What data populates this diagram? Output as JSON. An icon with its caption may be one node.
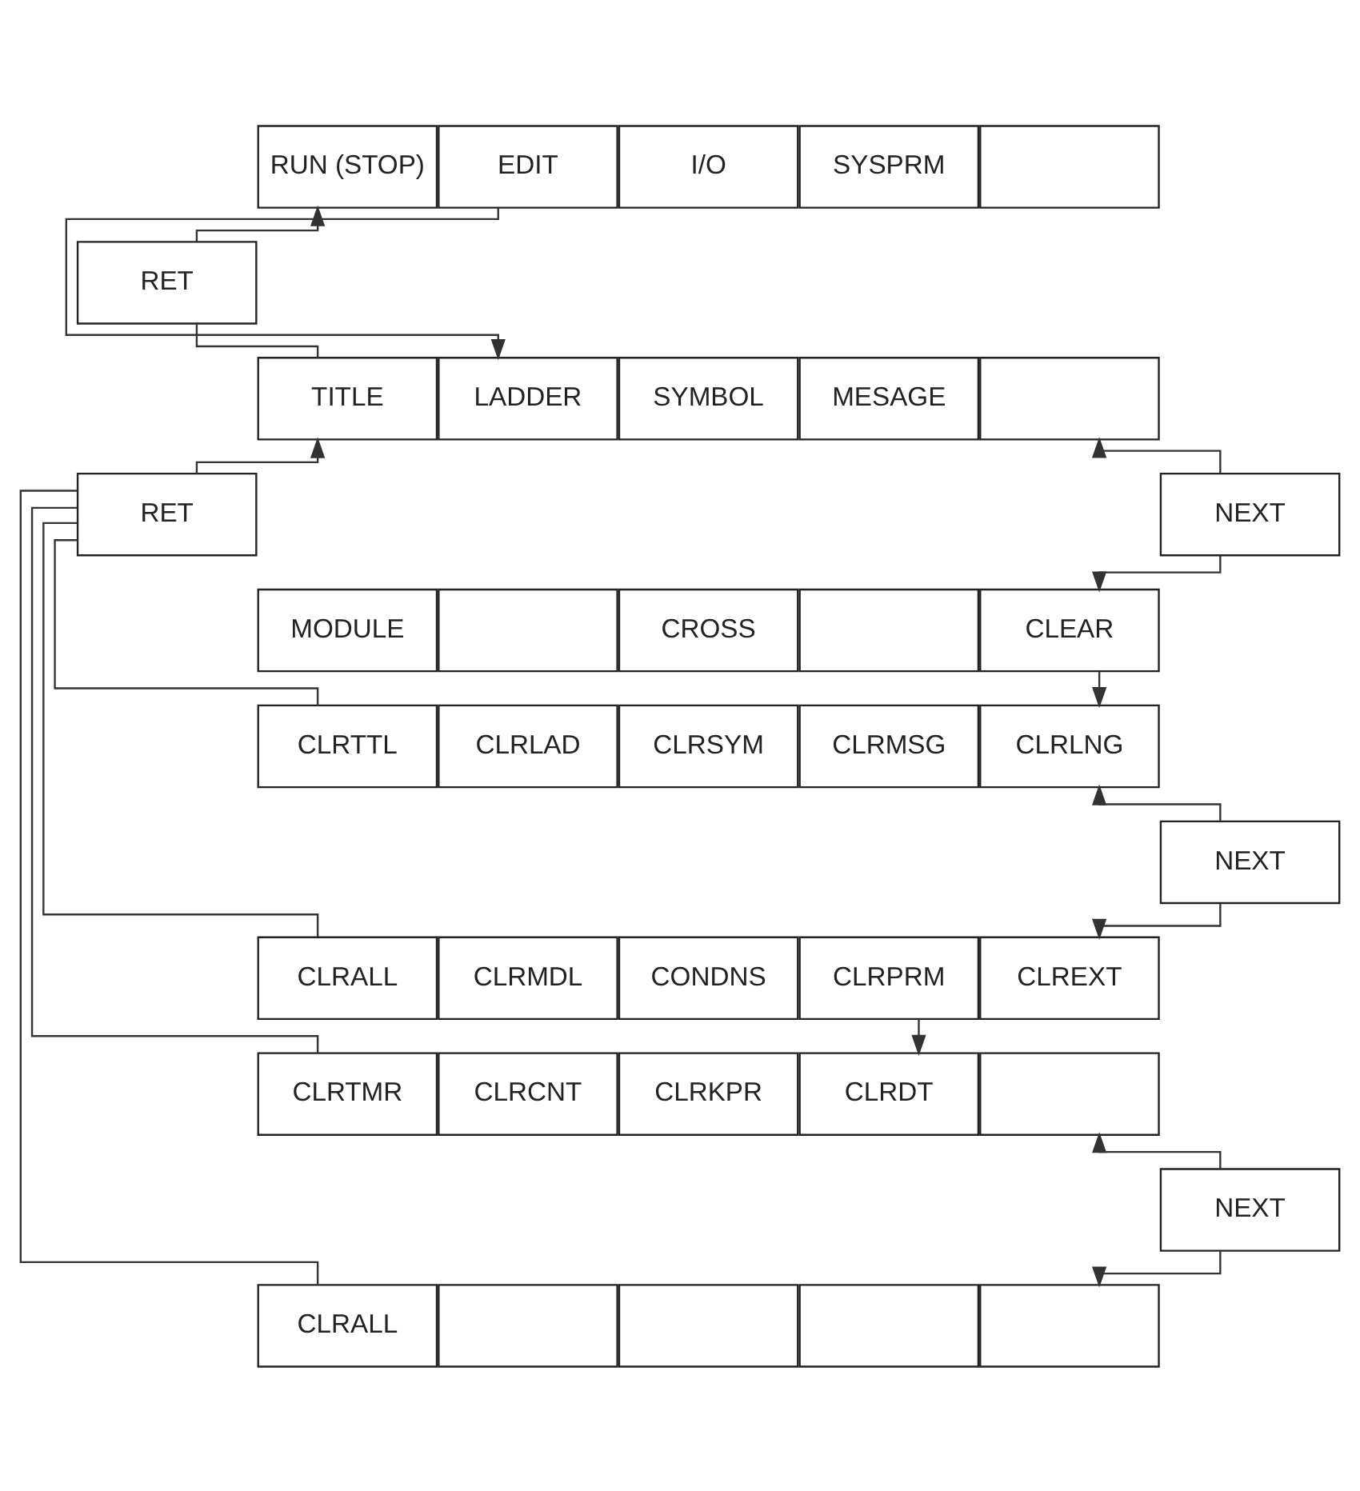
{
  "diagram": {
    "nodes": [
      {
        "text": [
          "RUN (STOP)"
        ]
      },
      {
        "text": [
          "EDIT"
        ]
      },
      {
        "text": [
          "I/O"
        ]
      },
      {
        "text": [
          "SYSPRM"
        ]
      },
      {
        "text": [],
        "shape": "box"
      },
      {
        "text": [
          "RET"
        ]
      },
      {
        "text": [
          "TITLE"
        ]
      },
      {
        "text": [
          "LADDER"
        ]
      },
      {
        "text": [
          "SYMBOL"
        ]
      },
      {
        "text": [
          "MESAGE"
        ]
      },
      {
        "text": [],
        "shape": "box"
      },
      {
        "text": [
          "RET"
        ]
      },
      {
        "text": [
          "NEXT"
        ]
      },
      {
        "text": [
          "MODULE"
        ]
      },
      {
        "text": [],
        "shape": "box"
      },
      {
        "text": [
          "CROSS"
        ]
      },
      {
        "text": [],
        "shape": "box"
      },
      {
        "text": [
          "CLEAR"
        ]
      },
      {
        "text": [
          "CLRTTL"
        ]
      },
      {
        "text": [
          "CLRLAD"
        ]
      },
      {
        "text": [
          "CLRSYM"
        ]
      },
      {
        "text": [
          "CLRMSG"
        ]
      },
      {
        "text": [
          "CLRLNG"
        ]
      },
      {
        "text": [
          "NEXT"
        ]
      },
      {
        "text": [
          "CLRALL"
        ]
      },
      {
        "text": [
          "CLRMDL"
        ]
      },
      {
        "text": [
          "CONDNS"
        ]
      },
      {
        "text": [
          "CLRPRM"
        ]
      },
      {
        "text": [
          "CLREXT"
        ]
      },
      {
        "text": [
          "CLRTMR"
        ]
      },
      {
        "text": [
          "CLRCNT"
        ]
      },
      {
        "text": [
          "CLRKPR"
        ]
      },
      {
        "text": [
          "CLRDT"
        ]
      },
      {
        "text": [],
        "shape": "box"
      },
      {
        "text": [
          "NEXT"
        ]
      },
      {
        "text": [
          "CLRALL"
        ]
      },
      {
        "text": [],
        "shape": "box"
      },
      {
        "text": [],
        "shape": "box"
      },
      {
        "text": [],
        "shape": "box"
      },
      {
        "text": [],
        "shape": "box"
      }
    ],
    "edges": [
      {
        "from": 5,
        "to": 0,
        "arrow": "to"
      },
      {
        "from": 5,
        "to": 6,
        "arrow": "none"
      },
      {
        "from": 11,
        "to": 6,
        "arrow": "to"
      },
      {
        "from": 11,
        "to": 18,
        "arrow": "none"
      },
      {
        "from": 11,
        "to": 24,
        "arrow": "none"
      },
      {
        "from": 11,
        "to": 29,
        "arrow": "none"
      },
      {
        "from": 11,
        "to": 35,
        "arrow": "none"
      },
      {
        "from": 1,
        "to": 7,
        "arrow": "to"
      },
      {
        "from": 12,
        "to": 10,
        "arrow": "to"
      },
      {
        "from": 12,
        "to": 17,
        "arrow": "to"
      },
      {
        "from": 17,
        "to": 22,
        "arrow": "to"
      },
      {
        "from": 23,
        "to": 22,
        "arrow": "to"
      },
      {
        "from": 23,
        "to": 28,
        "arrow": "to"
      },
      {
        "from": 27,
        "to": 32,
        "arrow": "to"
      },
      {
        "from": 34,
        "to": 33,
        "arrow": "to"
      },
      {
        "from": 34,
        "to": 39,
        "arrow": "to"
      }
    ]
  }
}
